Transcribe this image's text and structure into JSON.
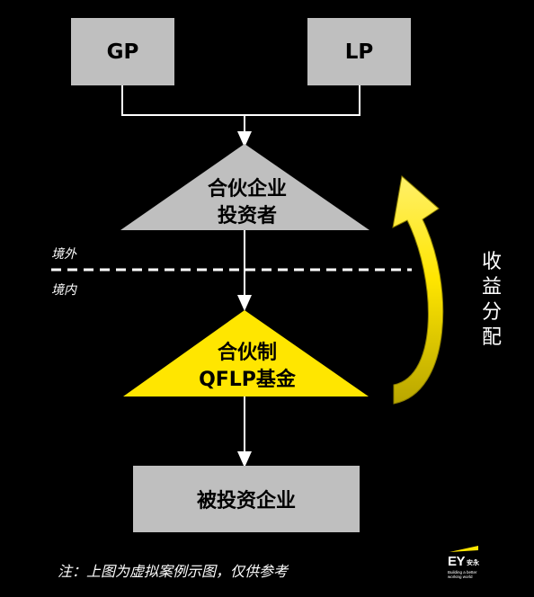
{
  "nodes": {
    "gp": "GP",
    "lp": "LP",
    "investor": [
      "合伙企业",
      "投资者"
    ],
    "fund": [
      "合伙制",
      "QFLP基金"
    ],
    "company": "被投资企业"
  },
  "regions": {
    "offshore": "境外",
    "onshore": "境内"
  },
  "return_label": [
    "收",
    "益",
    "分",
    "配"
  ],
  "note": "注：上图为虚拟案例示图，仅供参考",
  "logo": {
    "brand": "EY",
    "chinese": "安永",
    "tagline": [
      "Building a better",
      "working world"
    ]
  },
  "colors": {
    "background": "#000000",
    "box_fill": "#bfbfbf",
    "fund_fill": "#ffe600",
    "line": "#ffffff",
    "arrow_yellow": "#ffe600"
  }
}
